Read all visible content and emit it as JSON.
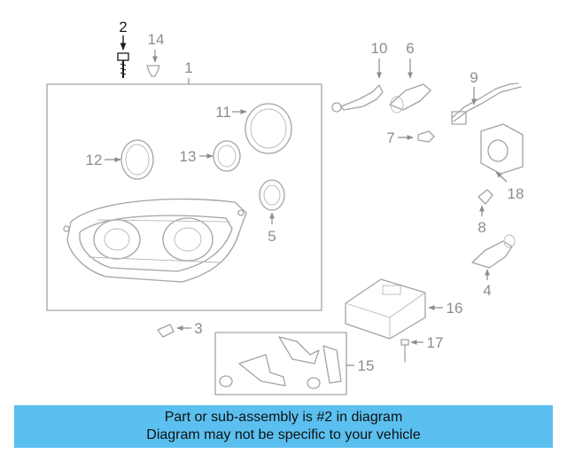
{
  "diagram": {
    "highlighted_part": "2",
    "callouts": [
      "1",
      "2",
      "3",
      "4",
      "5",
      "6",
      "7",
      "8",
      "9",
      "10",
      "11",
      "12",
      "13",
      "14",
      "15",
      "16",
      "17",
      "18"
    ]
  },
  "banner": {
    "line1": "Part or sub-assembly is #2 in diagram",
    "line2": "Diagram may not be specific to your vehicle",
    "color": "#5bc0f0"
  },
  "colors": {
    "line": "#a3a3a3",
    "label": "#8c8c8c",
    "highlight": "#1a1a1a"
  }
}
